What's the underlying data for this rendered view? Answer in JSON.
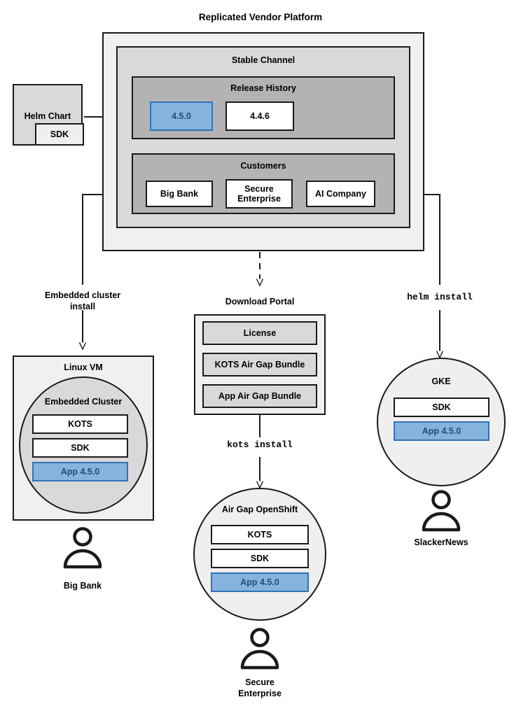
{
  "diagram": {
    "title": "Replicated Vendor Platform",
    "platform": {
      "stable_channel": {
        "title": "Stable Channel",
        "release_history": {
          "title": "Release History",
          "releases": [
            {
              "version": "4.5.0",
              "state": "current"
            },
            {
              "version": "4.4.6",
              "state": "previous"
            }
          ]
        },
        "customers": {
          "title": "Customers",
          "items": [
            {
              "name": "Big Bank"
            },
            {
              "name": "Secure\nEnterprise"
            },
            {
              "name": "AI Company"
            }
          ]
        }
      }
    },
    "source": {
      "helm_chart": "Helm Chart",
      "helm_chart_sdk": "SDK"
    },
    "install_paths": [
      {
        "label": "Embedded cluster\ninstall",
        "style": "text"
      },
      {
        "label": "kots install",
        "style": "mono"
      },
      {
        "label": "helm install",
        "style": "mono"
      }
    ],
    "download_portal": {
      "title": "Download Portal",
      "artifacts": [
        "License",
        "KOTS Air Gap Bundle",
        "App Air Gap Bundle"
      ]
    },
    "targets": [
      {
        "name": "Linux VM",
        "cluster_title": "Embedded Cluster",
        "components": [
          "KOTS",
          "SDK",
          "App 4.5.0"
        ],
        "customer": "Big Bank"
      },
      {
        "name": "Air Gap OpenShift",
        "components": [
          "KOTS",
          "SDK",
          "App 4.5.0"
        ],
        "customer": "Secure\nEnterprise"
      },
      {
        "name": "GKE",
        "components": [
          "SDK",
          "App 4.5.0"
        ],
        "customer": "SlackerNews"
      }
    ],
    "colors": {
      "accent_blue_fill": "#85b3dd",
      "accent_blue_border": "#3272b6",
      "accent_blue_text": "#1b4f7e",
      "stroke": "#1a1a1a",
      "fill_outer": "#f0f0f0",
      "fill_mid": "#d9d9d9",
      "fill_inner": "#b3b3b3",
      "fill_light": "#efefef"
    }
  }
}
